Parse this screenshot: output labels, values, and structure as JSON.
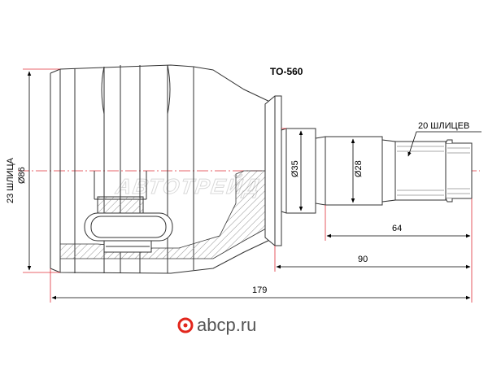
{
  "title": "TO-560",
  "watermark": "АВТОТРЕЙД",
  "brand": {
    "name": " abcp.ru",
    "color": "#e2261c"
  },
  "dimensions": {
    "height_splines": "23 ШЛИЦА",
    "diameter_86": "Ø86",
    "diameter_35": "Ø35",
    "diameter_28": "Ø28",
    "length_64": "64",
    "length_90": "90",
    "length_179": "179",
    "splines_20": "20 ШЛИЦЕВ"
  },
  "colors": {
    "outline": "#333333",
    "dimension_line": "#e0303a",
    "hatch": "#777777"
  }
}
